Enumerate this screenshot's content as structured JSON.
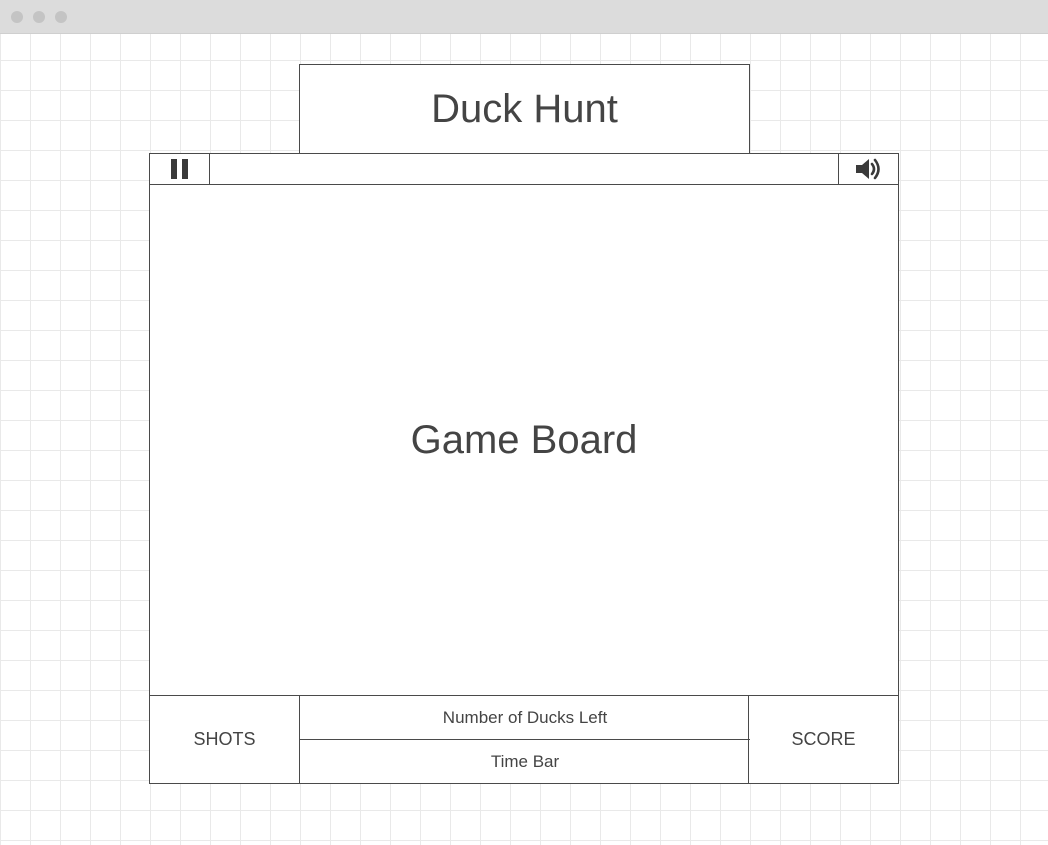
{
  "window": {
    "controls": [
      "dot",
      "dot",
      "dot"
    ]
  },
  "header": {
    "title": "Duck Hunt"
  },
  "toolbar": {
    "pause_icon": "pause-icon",
    "sound_icon": "speaker-icon"
  },
  "main": {
    "board_label": "Game Board"
  },
  "footer": {
    "shots_label": "SHOTS",
    "ducks_left_label": "Number of Ducks Left",
    "time_bar_label": "Time Bar",
    "score_label": "SCORE"
  },
  "colors": {
    "line": "#4a4a4a",
    "text": "#444444",
    "grid": "#e9e9e9",
    "titlebar": "#dcdcdc"
  }
}
